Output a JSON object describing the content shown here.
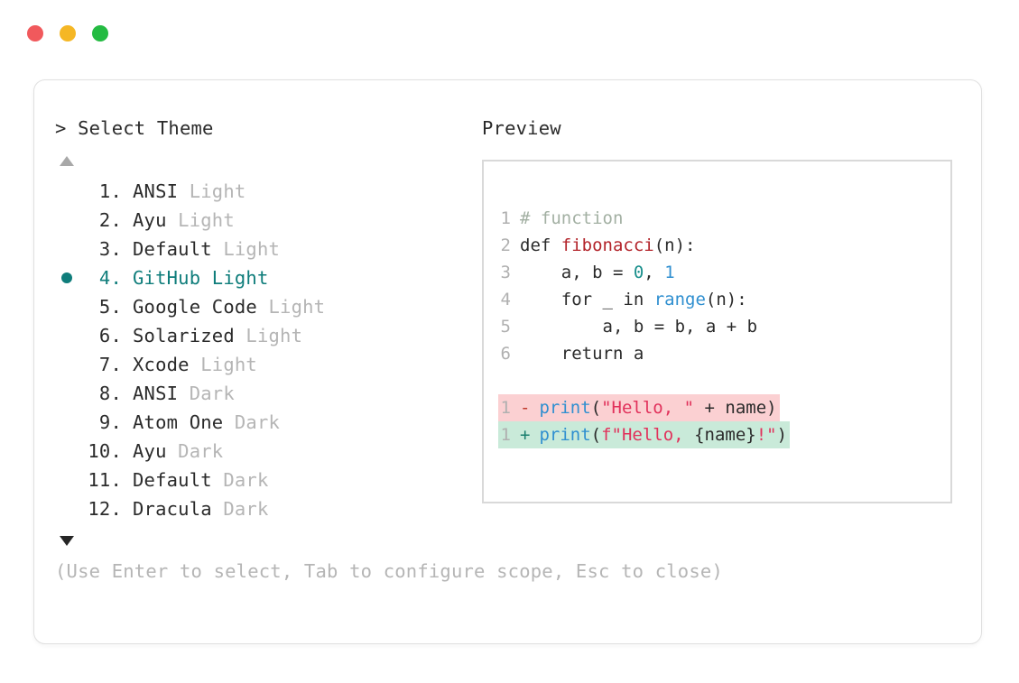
{
  "window": {
    "traffic_lights": [
      {
        "name": "close",
        "color": "#f1595c"
      },
      {
        "name": "minimize",
        "color": "#f5b725"
      },
      {
        "name": "maximize",
        "color": "#24bb42"
      }
    ]
  },
  "left": {
    "heading": "> Select Theme",
    "scroll_up_icon": "triangle-up-icon",
    "scroll_down_icon": "triangle-down-icon",
    "selected_index": 4,
    "accent_color": "#0f7d7b",
    "items": [
      {
        "index": "1.",
        "name": "ANSI",
        "variant": " Light",
        "selected": false
      },
      {
        "index": "2.",
        "name": "Ayu",
        "variant": " Light",
        "selected": false
      },
      {
        "index": "3.",
        "name": "Default",
        "variant": " Light",
        "selected": false
      },
      {
        "index": "4.",
        "name": "GitHub",
        "variant": " Light",
        "selected": true
      },
      {
        "index": "5.",
        "name": "Google Code",
        "variant": " Light",
        "selected": false
      },
      {
        "index": "6.",
        "name": "Solarized",
        "variant": " Light",
        "selected": false
      },
      {
        "index": "7.",
        "name": "Xcode",
        "variant": " Light",
        "selected": false
      },
      {
        "index": "8.",
        "name": "ANSI",
        "variant": " Dark",
        "selected": false
      },
      {
        "index": "9.",
        "name": "Atom One",
        "variant": " Dark",
        "selected": false
      },
      {
        "index": "10.",
        "name": "Ayu",
        "variant": " Dark",
        "selected": false
      },
      {
        "index": "11.",
        "name": "Default",
        "variant": " Dark",
        "selected": false
      },
      {
        "index": "12.",
        "name": "Dracula",
        "variant": " Dark",
        "selected": false
      }
    ]
  },
  "hint": "(Use Enter to select, Tab to configure scope, Esc to close)",
  "right": {
    "heading": "Preview",
    "code_lines": [
      {
        "num": "1",
        "tokens": [
          {
            "text": "# function",
            "type": "comment"
          }
        ]
      },
      {
        "num": "2",
        "tokens": [
          {
            "text": "def ",
            "type": "kw"
          },
          {
            "text": "fibonacci",
            "type": "func"
          },
          {
            "text": "(n):",
            "type": "paren"
          }
        ]
      },
      {
        "num": "3",
        "tokens": [
          {
            "text": "    a, b = ",
            "type": "plain"
          },
          {
            "text": "0",
            "type": "num"
          },
          {
            "text": ", ",
            "type": "plain"
          },
          {
            "text": "1",
            "type": "num2"
          }
        ]
      },
      {
        "num": "4",
        "tokens": [
          {
            "text": "    for _ in ",
            "type": "plain"
          },
          {
            "text": "range",
            "type": "builtin"
          },
          {
            "text": "(n):",
            "type": "paren"
          }
        ]
      },
      {
        "num": "5",
        "tokens": [
          {
            "text": "        a, b = b, a + b",
            "type": "plain"
          }
        ]
      },
      {
        "num": "6",
        "tokens": [
          {
            "text": "    return a",
            "type": "plain"
          }
        ]
      }
    ],
    "diff_lines": [
      {
        "num": "1",
        "sign": "-",
        "kind": "del",
        "tokens": [
          {
            "text": "print",
            "type": "builtin"
          },
          {
            "text": "(",
            "type": "paren"
          },
          {
            "text": "\"Hello, \"",
            "type": "str"
          },
          {
            "text": " + name)",
            "type": "plain"
          }
        ]
      },
      {
        "num": "1",
        "sign": "+",
        "kind": "add",
        "tokens": [
          {
            "text": "print",
            "type": "builtin"
          },
          {
            "text": "(",
            "type": "paren"
          },
          {
            "text": "f\"Hello, ",
            "type": "str"
          },
          {
            "text": "{name}",
            "type": "plain"
          },
          {
            "text": "!\"",
            "type": "str"
          },
          {
            "text": ")",
            "type": "paren"
          }
        ]
      }
    ],
    "diff_del_bg": "#fbd0d2",
    "diff_add_bg": "#c9ead9"
  }
}
